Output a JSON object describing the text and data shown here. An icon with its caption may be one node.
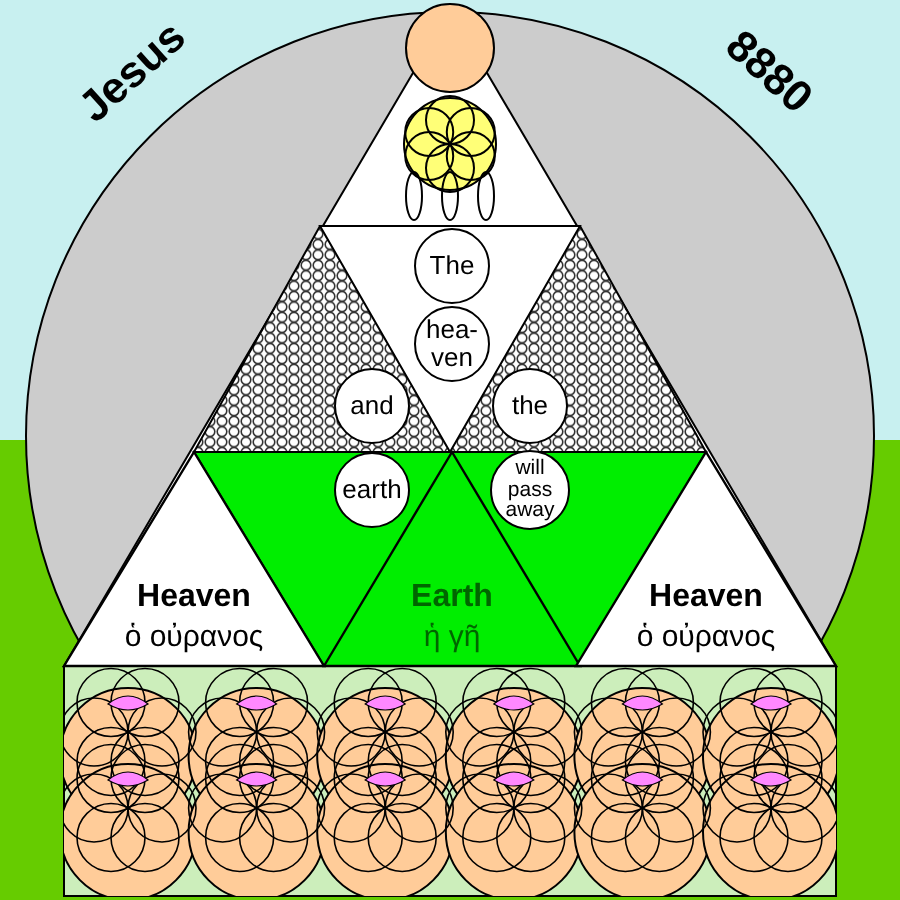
{
  "diagram": {
    "nodes": [
      {
        "text": [
          "The"
        ]
      },
      {
        "text": [
          "hea-ven"
        ]
      },
      {
        "text": [
          "and"
        ]
      },
      {
        "text": [
          "the"
        ]
      },
      {
        "text": [
          "earth"
        ]
      },
      {
        "text": [
          "will pass away"
        ]
      },
      {
        "text": [
          "Heaven",
          "ὁ οὐρανος"
        ]
      },
      {
        "text": [
          "Earth",
          "ἡ γῆ"
        ]
      },
      {
        "text": [
          "Heaven",
          "ὁ οὐρανος"
        ]
      }
    ],
    "labels": [
      "Jesus",
      "8880"
    ]
  }
}
